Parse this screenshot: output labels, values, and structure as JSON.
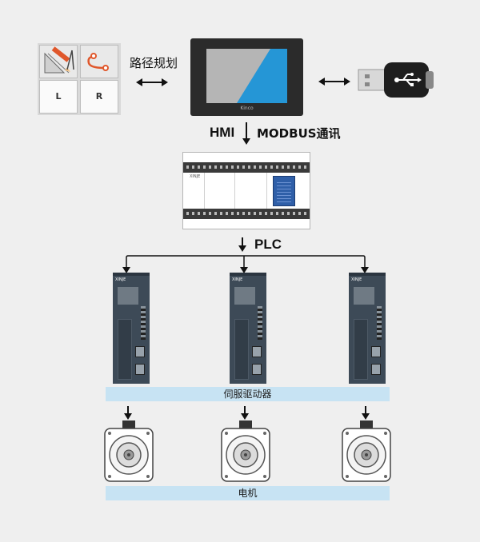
{
  "labels": {
    "path_planning": "路径规划",
    "hmi": "HMI",
    "modbus": "MODBUS通讯",
    "plc": "PLC",
    "servo_driver": "伺服驱动器",
    "motor": "电机"
  },
  "toolkit": {
    "button_l": "L",
    "button_r": "R"
  },
  "devices": {
    "hmi_brand": "Kinco",
    "plc_brand": "XINJE",
    "servo_brand": "XINJE"
  },
  "colors": {
    "background": "#efefef",
    "strip": "#c7e3f3",
    "hmi_screen": "#2596d6",
    "driver_body": "#3d4a57",
    "arrow": "#111111"
  }
}
